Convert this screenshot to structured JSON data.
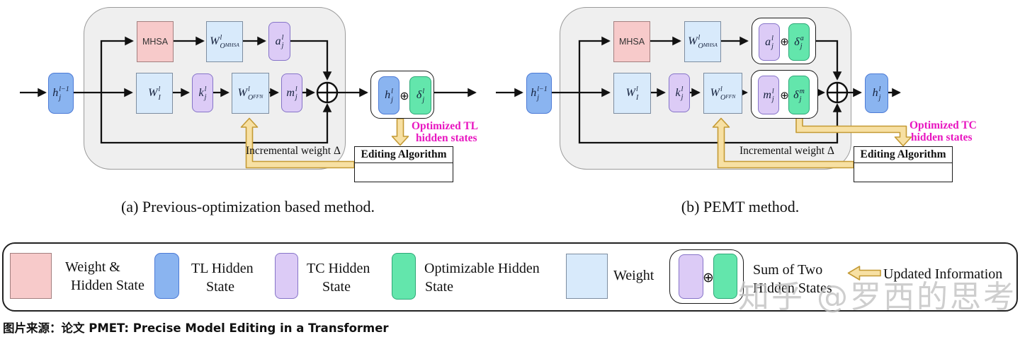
{
  "diagram_a": {
    "caption": "(a)  Previous-optimization based method.",
    "input": {
      "base": "h",
      "sup": "l−1",
      "sub": "j"
    },
    "mhsa_label": "MHSA",
    "w_o_mhsa": {
      "base": "W",
      "sup": "l",
      "sub": "O",
      "subsup": "MHSA"
    },
    "a": {
      "base": "a",
      "sup": "l",
      "sub": "j"
    },
    "w_i": {
      "base": "W",
      "sup": "l",
      "sub": "I"
    },
    "k": {
      "base": "k",
      "sup": "l",
      "sub": "j"
    },
    "w_o_ffn": {
      "base": "W",
      "sup": "l",
      "sub": "O",
      "subsup": "FFN"
    },
    "m": {
      "base": "m",
      "sup": "l",
      "sub": "j"
    },
    "sum_h": {
      "base": "h",
      "sup": "l",
      "sub": "j"
    },
    "oplus": "⊕",
    "sum_delta": {
      "base": "δ",
      "sup": "l",
      "sub": "j"
    },
    "optimized": {
      "line1": "Optimized TL",
      "line2": "hidden states"
    },
    "incremental_label": "Incremental weight Δ",
    "editing_algorithm": "Editing Algorithm"
  },
  "diagram_b": {
    "caption": "(b)  PEMT method.",
    "input": {
      "base": "h",
      "sup": "l−1",
      "sub": "j"
    },
    "mhsa_label": "MHSA",
    "w_o_mhsa": {
      "base": "W",
      "sup": "l",
      "sub": "O",
      "subsup": "MHSA"
    },
    "a": {
      "base": "a",
      "sup": "l",
      "sub": "j"
    },
    "delta_a": {
      "base": "δ",
      "sup": "a",
      "sub": "j"
    },
    "w_i": {
      "base": "W",
      "sup": "l",
      "sub": "I"
    },
    "k": {
      "base": "k",
      "sup": "l",
      "sub": "j"
    },
    "w_o_ffn": {
      "base": "W",
      "sup": "l",
      "sub": "O",
      "subsup": "FFN"
    },
    "m": {
      "base": "m",
      "sup": "l",
      "sub": "j"
    },
    "delta_m": {
      "base": "δ",
      "sup": "m",
      "sub": "j"
    },
    "oplus": "⊕",
    "output": {
      "base": "h",
      "sup": "l",
      "sub": "j"
    },
    "optimized": {
      "line1": "Optimized TC",
      "line2": "hidden states"
    },
    "incremental_label": "Incremental weight Δ",
    "editing_algorithm": "Editing Algorithm"
  },
  "legend": {
    "oplus": "⊕",
    "items": [
      {
        "label_line1": "Weight &",
        "label_line2": "Hidden State",
        "swatch_color": "#f7caca"
      },
      {
        "label_line1": "TL Hidden",
        "label_line2": "State",
        "swatch_color": "#8ab4f0"
      },
      {
        "label_line1": "TC Hidden",
        "label_line2": "State",
        "swatch_color": "#dccbf6"
      },
      {
        "label_line1": "Optimizable Hidden",
        "label_line2": "State",
        "swatch_color": "#63e6ac"
      },
      {
        "label_line1": "Weight",
        "swatch_color": "#d8eafb"
      },
      {
        "label_line1": "Sum of Two",
        "label_line2": "Hidden States"
      },
      {
        "label_line1": "Updated Information",
        "arrow_color": "#f2d994"
      }
    ]
  },
  "watermark": "知乎 @罗西的思考",
  "source_line": "图片来源：论文 PMET: Precise Model Editing in a Transformer",
  "colors": {
    "tl_hidden_blue": "#8ab4f0",
    "tc_hidden_purple": "#dccbf6",
    "optimizable_green": "#63e6ac",
    "weight_lightblue": "#d8eafb",
    "weight_hidden_pink": "#f7caca",
    "container_gray": "#efefef",
    "orange_arrow_fill": "#f7e0a3",
    "orange_arrow_stroke": "#c49a34",
    "magenta_text": "#e816c0"
  }
}
